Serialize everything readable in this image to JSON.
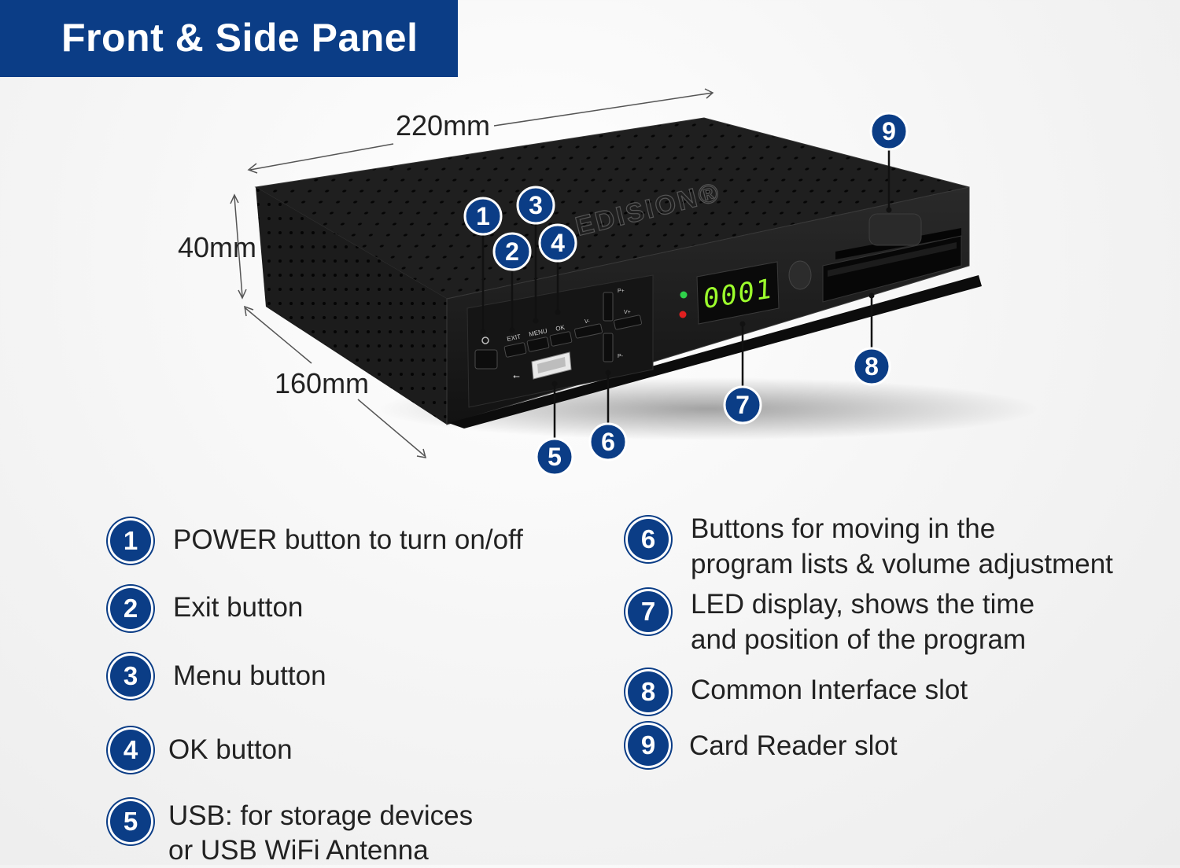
{
  "title": "Front & Side Panel",
  "colors": {
    "brand_blue": "#0b3d86",
    "led_green": "#9cff2c",
    "body_black": "#1a1a1a"
  },
  "dimensions": {
    "width": "220mm",
    "height": "40mm",
    "depth": "160mm"
  },
  "device": {
    "brand": "EDISION®",
    "display_digits": "0001",
    "button_labels": {
      "exit": "EXIT",
      "menu": "MENU",
      "ok": "OK",
      "v_minus": "V-",
      "v_plus": "V+",
      "p_plus": "P+",
      "p_minus": "P-"
    }
  },
  "callouts": [
    "1",
    "2",
    "3",
    "4",
    "5",
    "6",
    "7",
    "8",
    "9"
  ],
  "legend": [
    {
      "num": "1",
      "lines": [
        "POWER button to turn on/off"
      ]
    },
    {
      "num": "2",
      "lines": [
        "Exit button"
      ]
    },
    {
      "num": "3",
      "lines": [
        "Menu button"
      ]
    },
    {
      "num": "4",
      "lines": [
        "OK button"
      ]
    },
    {
      "num": "5",
      "lines": [
        "USB: for storage devices",
        "or USB WiFi Antenna"
      ]
    },
    {
      "num": "6",
      "lines": [
        "Buttons for moving in the",
        "program lists & volume adjustment"
      ]
    },
    {
      "num": "7",
      "lines": [
        "LED display, shows the time",
        "and position of the program"
      ]
    },
    {
      "num": "8",
      "lines": [
        "Common Interface slot"
      ]
    },
    {
      "num": "9",
      "lines": [
        "Card Reader slot"
      ]
    }
  ]
}
